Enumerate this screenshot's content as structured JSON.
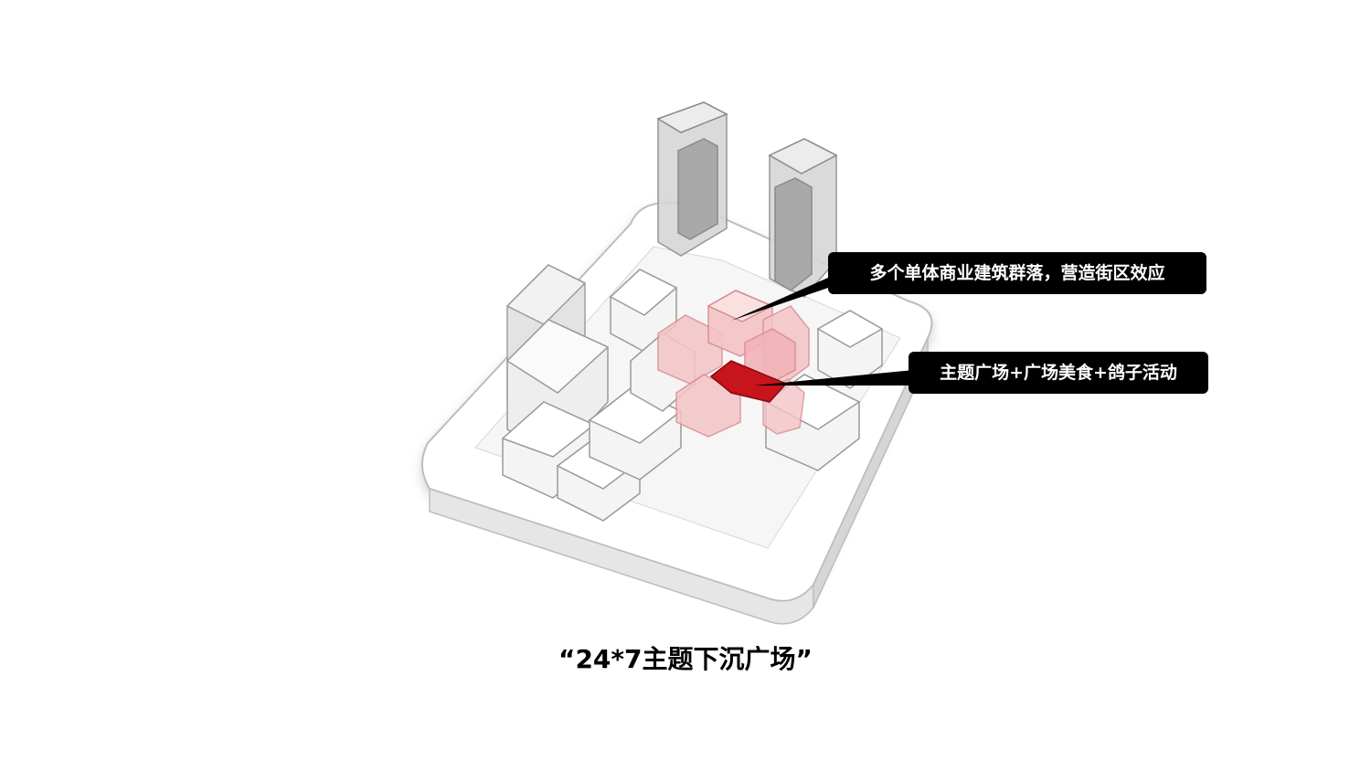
{
  "callouts": {
    "cluster": "多个单体商业建筑群落，营造街区效应",
    "plaza": "主题广场+广场美食+鸽子活动"
  },
  "caption": "“24*7主题下沉广场”",
  "colors": {
    "plaza_red": "#c8141b",
    "highlight_pink": "#f4c4c7",
    "callout_bg": "#000000"
  }
}
